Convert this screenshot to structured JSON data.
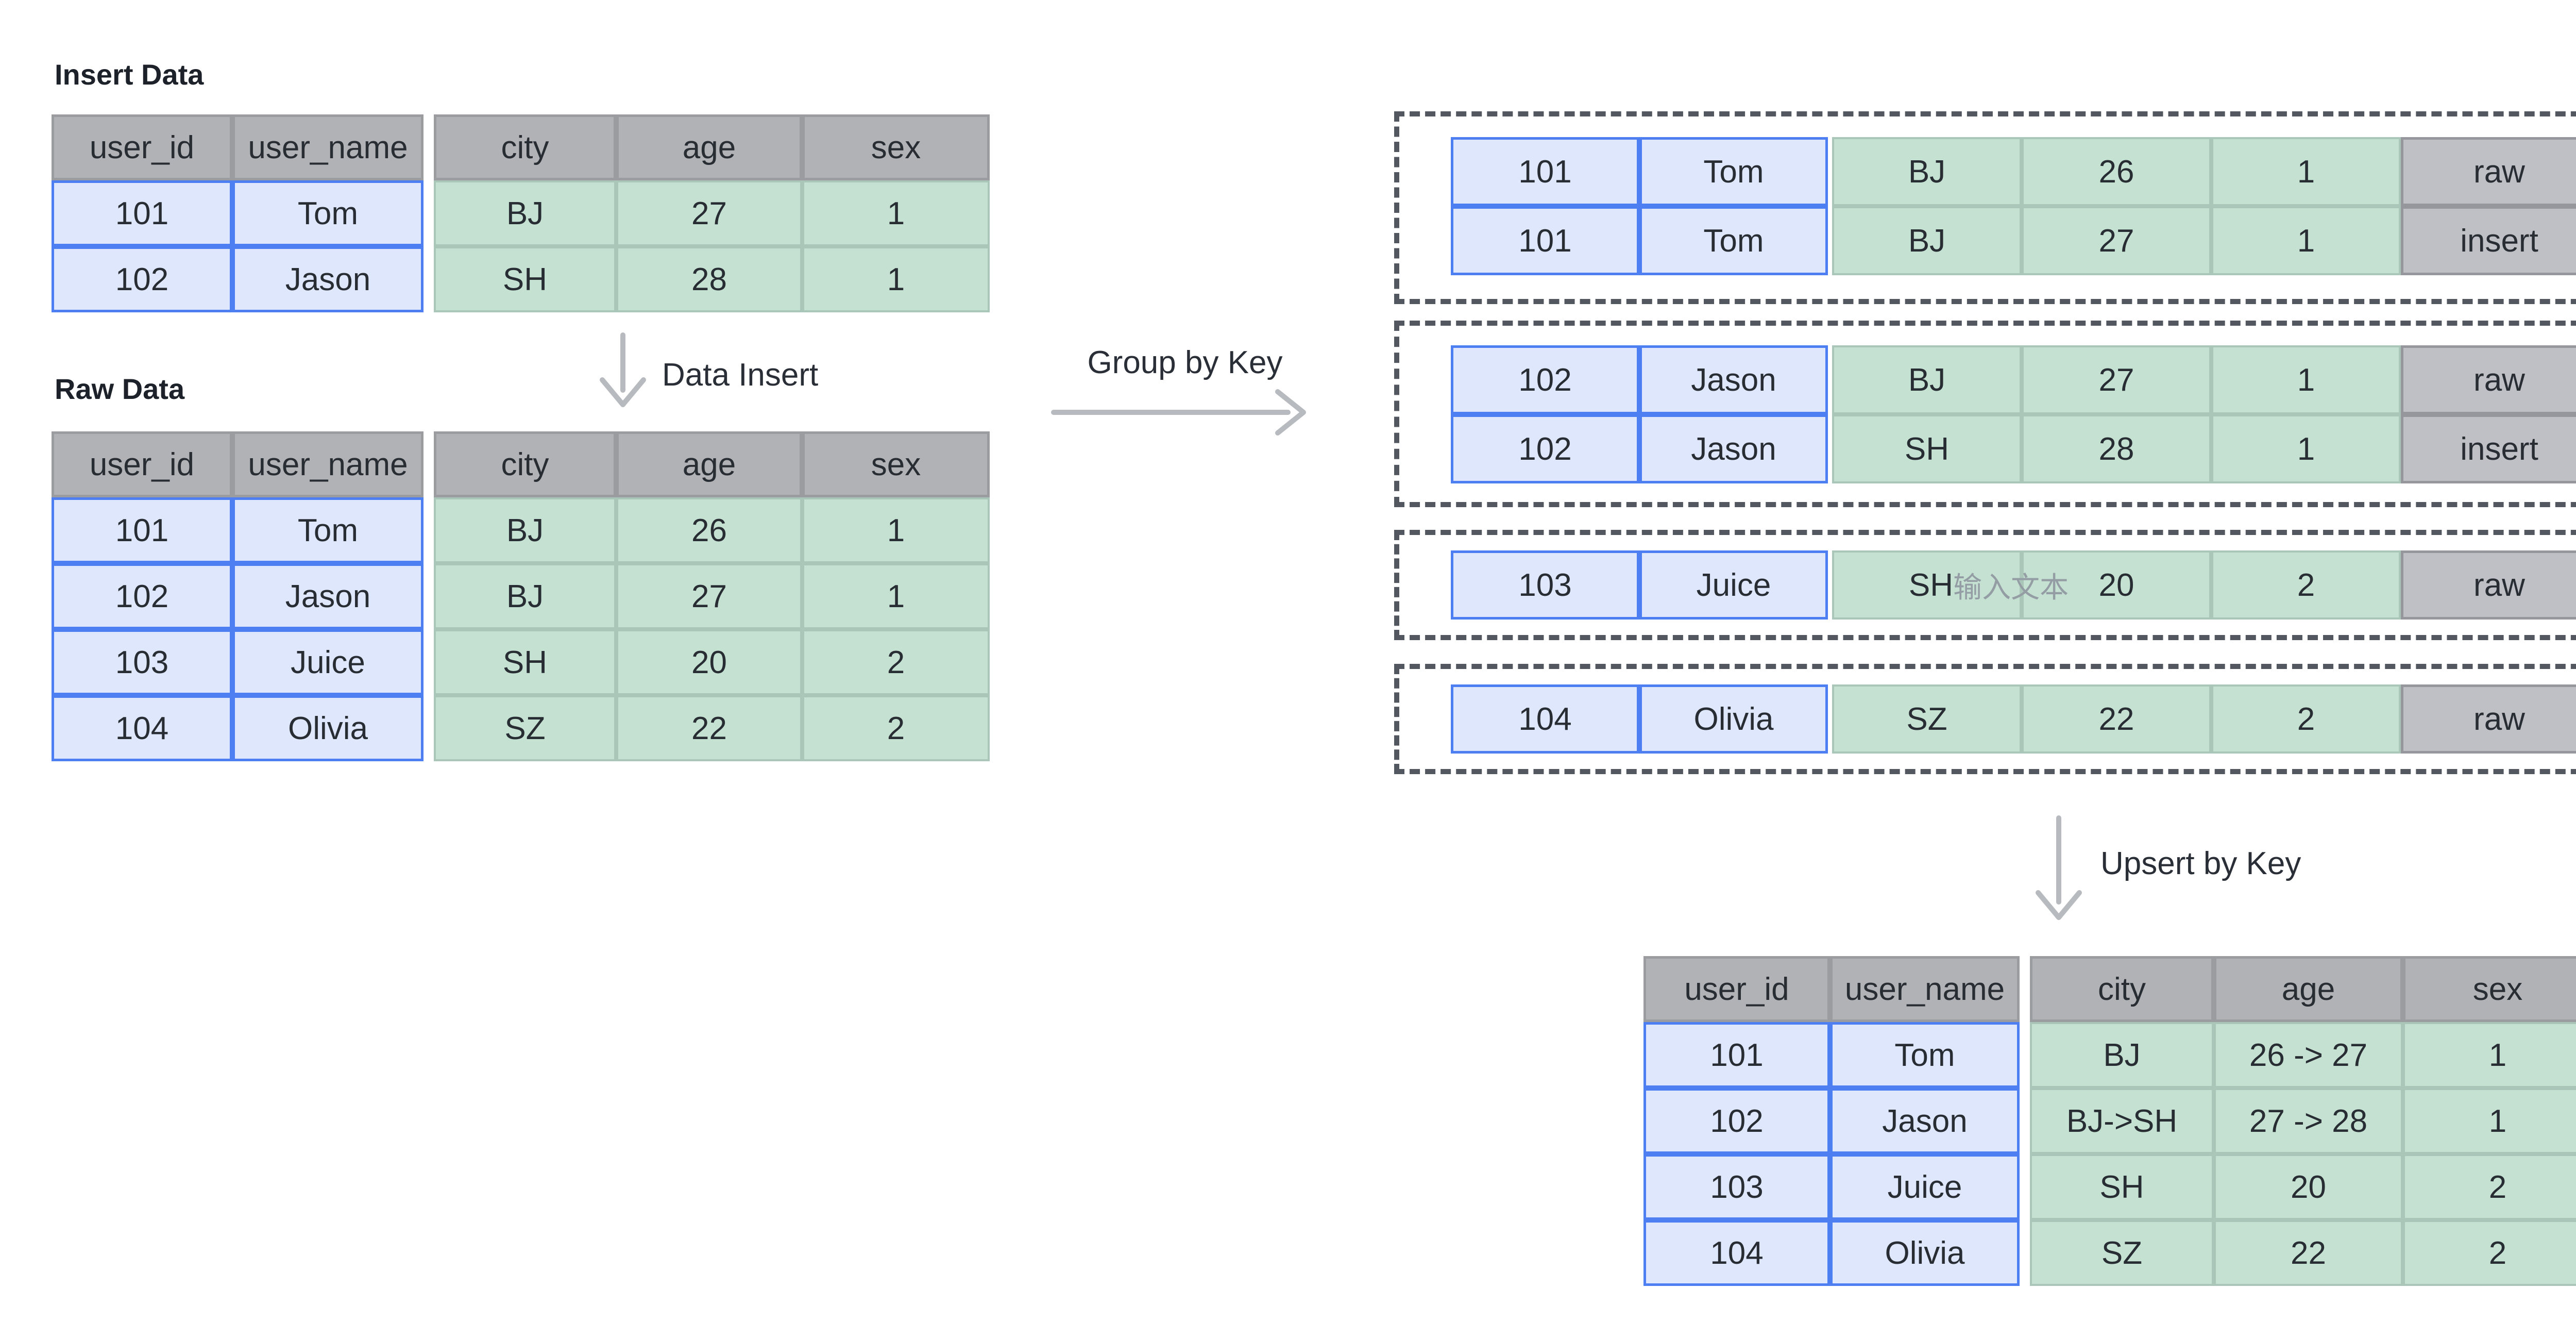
{
  "titles": {
    "insert": "Insert Data",
    "raw": "Raw Data"
  },
  "labels": {
    "data_insert": "Data Insert",
    "group_by_key": "Group by Key",
    "upsert_by_key": "Upsert by Key"
  },
  "columns": [
    "user_id",
    "user_name",
    "city",
    "age",
    "sex"
  ],
  "insert_table": {
    "rows": [
      [
        "101",
        "Tom",
        "BJ",
        "27",
        "1"
      ],
      [
        "102",
        "Jason",
        "SH",
        "28",
        "1"
      ]
    ]
  },
  "raw_table": {
    "rows": [
      [
        "101",
        "Tom",
        "BJ",
        "26",
        "1"
      ],
      [
        "102",
        "Jason",
        "BJ",
        "27",
        "1"
      ],
      [
        "103",
        "Juice",
        "SH",
        "20",
        "2"
      ],
      [
        "104",
        "Olivia",
        "SZ",
        "22",
        "2"
      ]
    ]
  },
  "groups": [
    {
      "rows": [
        {
          "cells": [
            "101",
            "Tom",
            "BJ",
            "26",
            "1"
          ],
          "tag": "raw"
        },
        {
          "cells": [
            "101",
            "Tom",
            "BJ",
            "27",
            "1"
          ],
          "tag": "insert"
        }
      ]
    },
    {
      "rows": [
        {
          "cells": [
            "102",
            "Jason",
            "BJ",
            "27",
            "1"
          ],
          "tag": "raw"
        },
        {
          "cells": [
            "102",
            "Jason",
            "SH",
            "28",
            "1"
          ],
          "tag": "insert"
        }
      ]
    },
    {
      "rows": [
        {
          "cells": [
            "103",
            "Juice",
            "SH",
            "20",
            "2"
          ],
          "tag": "raw",
          "placeholder": "输入文本"
        }
      ]
    },
    {
      "rows": [
        {
          "cells": [
            "104",
            "Olivia",
            "SZ",
            "22",
            "2"
          ],
          "tag": "raw"
        }
      ]
    }
  ],
  "result_table": {
    "rows": [
      [
        "101",
        "Tom",
        "BJ",
        "26 -> 27",
        "1"
      ],
      [
        "102",
        "Jason",
        "BJ->SH",
        "27 -> 28",
        "1"
      ],
      [
        "103",
        "Juice",
        "SH",
        "20",
        "2"
      ],
      [
        "104",
        "Olivia",
        "SZ",
        "22",
        "2"
      ]
    ]
  },
  "colors": {
    "key_fill": "#dfe7fc",
    "key_border": "#4d7ff2",
    "value_fill": "#c4e1d2",
    "value_border": "#a9c6b8",
    "header_fill": "#b1b2b5",
    "header_border": "#9b9c9f",
    "tag_fill": "#bec0c5",
    "tag_border": "#95979c",
    "dashed_border": "#53575f",
    "arrow": "#b7babe",
    "placeholder_text": "#949ca4"
  }
}
